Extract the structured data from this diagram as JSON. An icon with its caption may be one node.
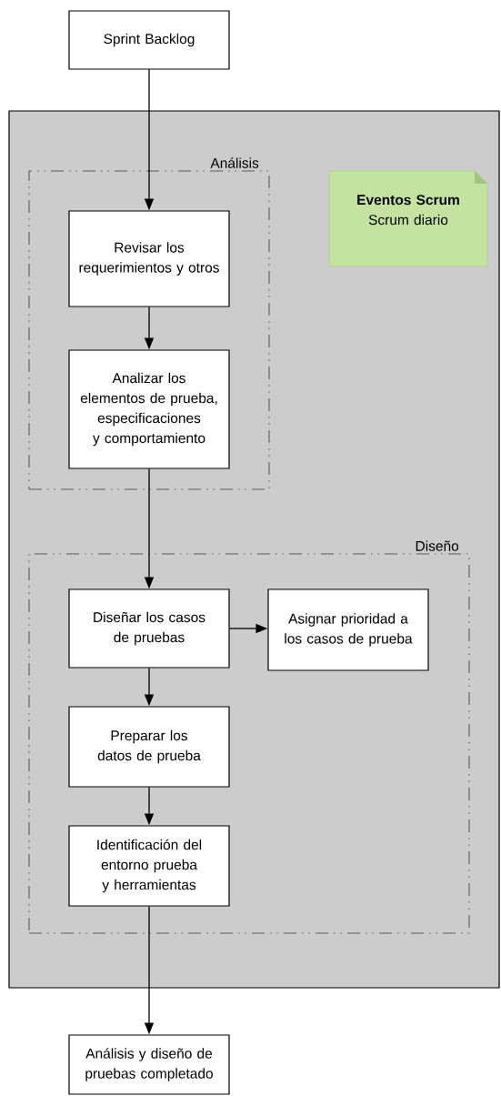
{
  "diagram": {
    "nodes": [
      {
        "text": [
          "Sprint Backlog"
        ]
      },
      {
        "text": [],
        "shape": "box"
      },
      {
        "text": [
          "Análisis"
        ],
        "in": 1
      },
      {
        "text": [
          "Eventos Scrum",
          "Scrum diario"
        ],
        "in": 1
      },
      {
        "text": [
          "Revisar los requerimientos y otros"
        ],
        "in": 2
      },
      {
        "text": [
          "Analizar los elementos de prueba, especificaciones y comportamiento"
        ],
        "in": 2
      },
      {
        "text": [
          "Diseño"
        ],
        "in": 1
      },
      {
        "text": [
          "Diseñar los casos de pruebas"
        ],
        "in": 6
      },
      {
        "text": [
          "Asignar prioridad a los casos de prueba"
        ],
        "in": 6
      },
      {
        "text": [
          "Preparar los datos de prueba"
        ],
        "in": 6
      },
      {
        "text": [
          "Identificación del entorno prueba y herramientas"
        ],
        "in": 6
      },
      {
        "text": [
          "Análisis y diseño de pruebas completado"
        ]
      }
    ],
    "edges": [
      {
        "from": 0,
        "to": 4,
        "arrow": "to"
      },
      {
        "from": 4,
        "to": 5,
        "arrow": "to"
      },
      {
        "from": 5,
        "to": 7,
        "arrow": "to"
      },
      {
        "from": 7,
        "to": 8,
        "arrow": "to"
      },
      {
        "from": 7,
        "to": 9,
        "arrow": "to"
      },
      {
        "from": 9,
        "to": 10,
        "arrow": "to"
      },
      {
        "from": 10,
        "to": 11,
        "arrow": "to"
      }
    ]
  }
}
